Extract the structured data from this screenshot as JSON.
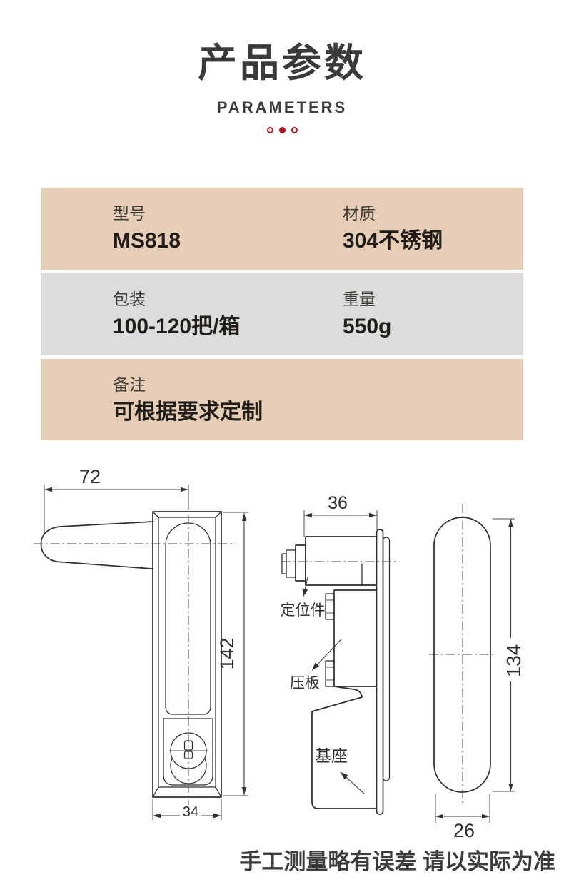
{
  "header": {
    "title": "产品参数",
    "subtitle": "PARAMETERS"
  },
  "spec_table": {
    "rows": [
      {
        "cells": [
          {
            "label": "型号",
            "value": "MS818"
          },
          {
            "label": "材质",
            "value": "304不锈钢"
          }
        ]
      },
      {
        "cells": [
          {
            "label": "包装",
            "value": "100-120把/箱"
          },
          {
            "label": "重量",
            "value": "550g"
          }
        ]
      },
      {
        "cells": [
          {
            "label": "备注",
            "value": "可根据要求定制"
          }
        ]
      }
    ]
  },
  "drawing": {
    "dimensions": {
      "handle_length": "72",
      "front_height": "142",
      "front_width": "34",
      "side_depth": "36",
      "rear_height": "134",
      "rear_width": "26"
    },
    "labels": {
      "positioning_piece": "定位件",
      "pressure_plate": "压板",
      "base": "基座"
    }
  },
  "footer": {
    "note": "手工测量略有误差 请以实际为准"
  },
  "colors": {
    "row_beige": "#e6ceb6",
    "row_gray": "#dcdcdc",
    "accent_red": "#b5121b",
    "text_dark": "#3a3a3a"
  }
}
